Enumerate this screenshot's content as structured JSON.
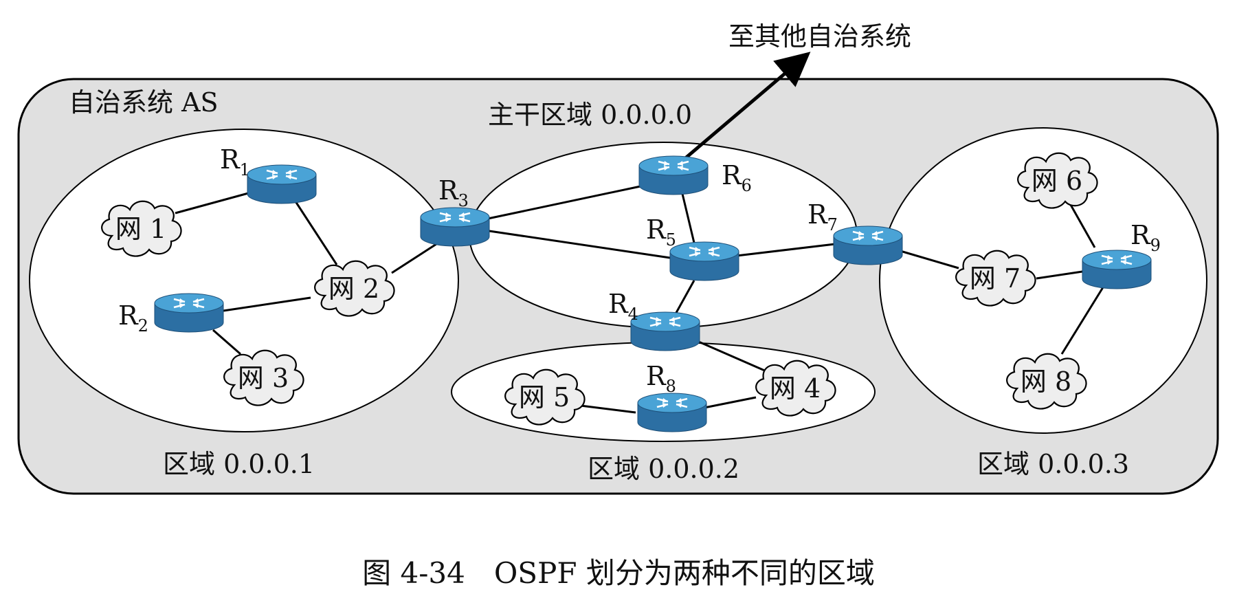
{
  "outside_label": "至其他自治系统",
  "as_label": "自治系统 AS",
  "areas": {
    "backbone": "主干区域 0.0.0.0",
    "a1": "区域 0.0.0.1",
    "a2": "区域 0.0.0.2",
    "a3": "区域 0.0.0.3"
  },
  "routers": {
    "r1": {
      "letter": "R",
      "sub": "1"
    },
    "r2": {
      "letter": "R",
      "sub": "2"
    },
    "r3": {
      "letter": "R",
      "sub": "3"
    },
    "r4": {
      "letter": "R",
      "sub": "4"
    },
    "r5": {
      "letter": "R",
      "sub": "5"
    },
    "r6": {
      "letter": "R",
      "sub": "6"
    },
    "r7": {
      "letter": "R",
      "sub": "7"
    },
    "r8": {
      "letter": "R",
      "sub": "8"
    },
    "r9": {
      "letter": "R",
      "sub": "9"
    }
  },
  "networks": {
    "n1": "网 1",
    "n2": "网 2",
    "n3": "网 3",
    "n4": "网 4",
    "n5": "网 5",
    "n6": "网 6",
    "n7": "网 7",
    "n8": "网 8"
  },
  "caption": "图 4-34　OSPF 划分为两种不同的区域",
  "colors": {
    "as_fill": "#e0e0e0",
    "router_top": "#4aa3d6",
    "router_body": "#2c6fa3",
    "cloud_fill": "#eeeeee",
    "line": "#000000"
  }
}
